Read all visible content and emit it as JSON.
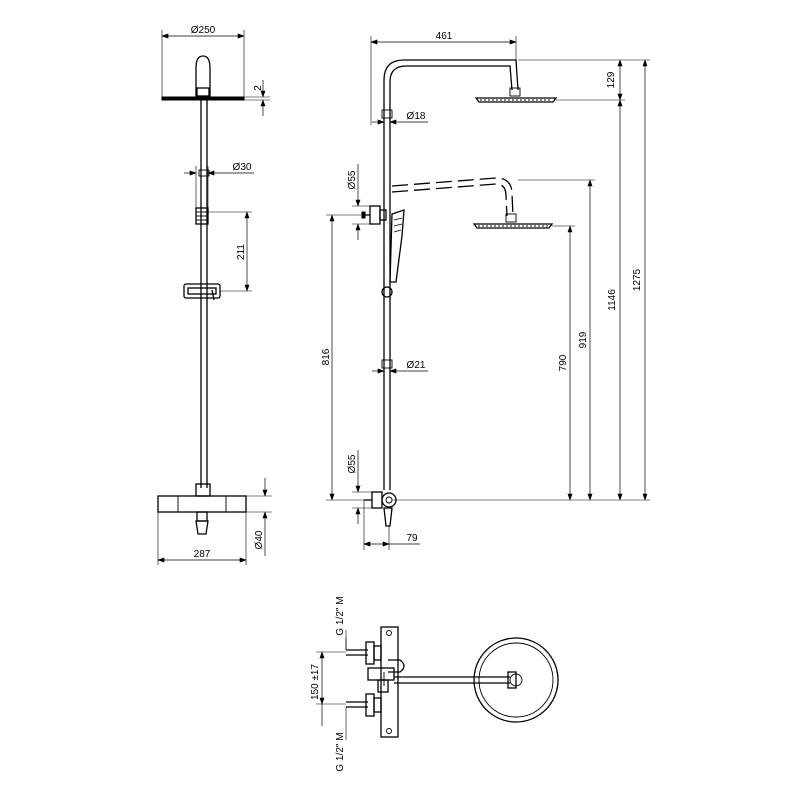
{
  "colors": {
    "line": "#000000",
    "background": "#ffffff"
  },
  "front_view": {
    "dim_head_diameter": "Ø250",
    "dim_head_thickness": "2",
    "dim_holder_diameter": "Ø30",
    "dim_slide_travel": "211",
    "dim_mixer_width": "287",
    "dim_mixer_diameter": "Ø40"
  },
  "side_view": {
    "dim_arm_reach": "461",
    "dim_head_drop": "129",
    "dim_arm_tube": "Ø18",
    "dim_upper_connector": "Ø55",
    "dim_riser_height": "816",
    "dim_riser_tube": "Ø21",
    "dim_lower_connector": "Ø55",
    "dim_wall_offset": "79",
    "dim_height_low": "790",
    "dim_height_low_top": "919",
    "dim_height_high": "1146",
    "dim_height_total": "1275"
  },
  "top_view": {
    "dim_thread_top": "G 1/2\" M",
    "dim_inlet_spacing": "150 ±17",
    "dim_thread_bottom": "G 1/2\" M"
  }
}
